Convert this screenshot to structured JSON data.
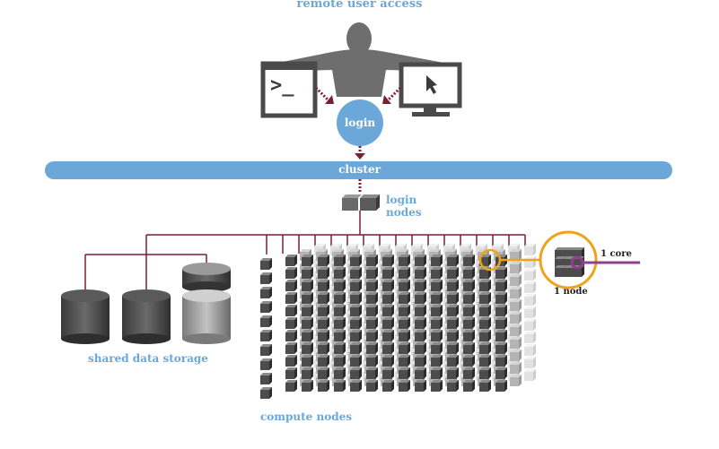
{
  "title": "remote user access",
  "login_button": "login",
  "cluster": "cluster",
  "login_nodes": [
    "login",
    "nodes"
  ],
  "shared_storage": "shared data storage",
  "compute_nodes": "compute nodes",
  "core_label": "1 core",
  "node_label": "1 node",
  "colors": {
    "accent_blue": "#6ba7d8",
    "wire": "#7b1f33",
    "highlight_orange": "#f0a21a",
    "highlight_purple": "#8e3f8e",
    "gray_dark": "#3a3a3a",
    "gray_mid": "#6e6e6e"
  },
  "icons": [
    "user-icon",
    "terminal-icon",
    "monitor-cursor-icon",
    "server-icon",
    "storage-drum-icon",
    "node-cube-icon"
  ]
}
